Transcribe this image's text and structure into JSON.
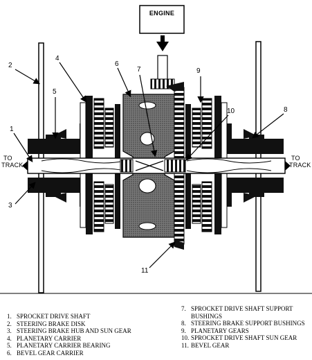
{
  "diagram": {
    "engine_label": "ENGINE",
    "to_track_left": [
      "TO",
      "TRACK"
    ],
    "to_track_right": [
      "TO",
      "TRACK"
    ],
    "callouts": [
      "1",
      "2",
      "3",
      "4",
      "5",
      "6",
      "7",
      "8",
      "9",
      "10",
      "11"
    ]
  },
  "legend": {
    "left": [
      {
        "num": "1.",
        "text": "SPROCKET DRIVE SHAFT"
      },
      {
        "num": "2.",
        "text": "STEERING BRAKE DISK"
      },
      {
        "num": "3.",
        "text": "STEERING BRAKE HUB AND SUN GEAR"
      },
      {
        "num": "4.",
        "text": "PLANETARY CARRIER"
      },
      {
        "num": "5.",
        "text": "PLANETARY CARRIER BEARING"
      },
      {
        "num": "6.",
        "text": "BEVEL GEAR CARRIER"
      }
    ],
    "right": [
      {
        "num": "7.",
        "text": "SPROCKET DRIVE SHAFT SUPPORT\nBUSHINGS"
      },
      {
        "num": "8.",
        "text": "STEERING BRAKE SUPPORT BUSHINGS"
      },
      {
        "num": "9.",
        "text": "PLANETARY GEARS"
      },
      {
        "num": "10.",
        "text": "SPROCKET DRIVE SHAFT SUN GEAR"
      },
      {
        "num": "11.",
        "text": "BEVEL GEAR"
      }
    ]
  }
}
